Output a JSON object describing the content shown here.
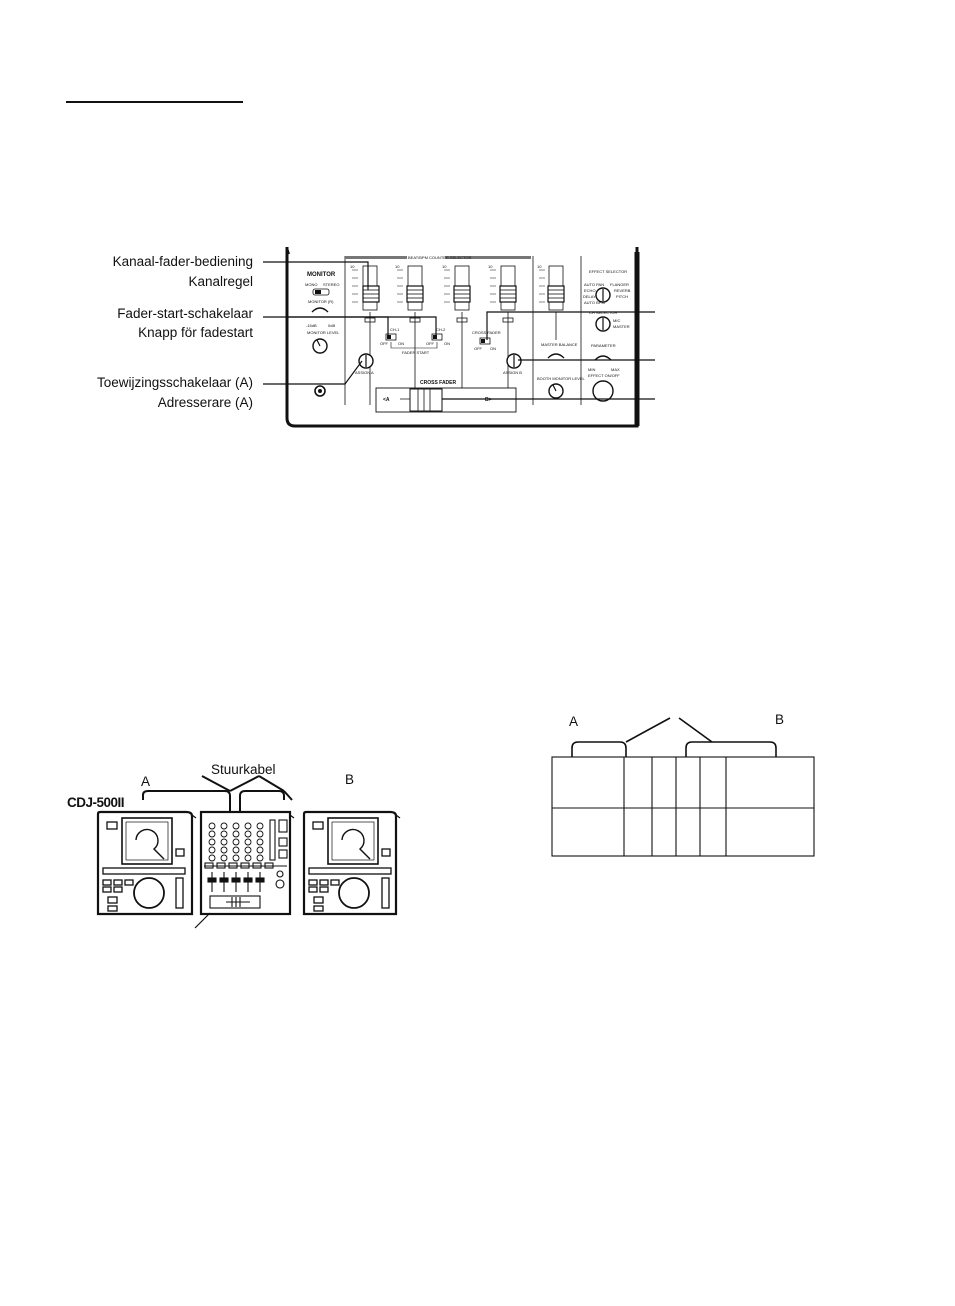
{
  "labels": {
    "kanaal_fader": "Kanaal-fader-bediening",
    "kanalregel": "Kanalregel",
    "fader_start_nl": "Fader-start-schakelaar",
    "fader_start_sv": "Knapp för fadestart",
    "toewijzing": "Toewijzingsschakelaar (A)",
    "adresserare": "Adresserare (A)"
  },
  "mixer_panel": {
    "monitor": "MONITOR",
    "mono": "MONO",
    "stereo": "STEREO",
    "monitor_r": "MONITOR (R)",
    "monitor_level": "MONITOR LEVEL",
    "lvl_low": "-15dB",
    "lvl_high": "0dB",
    "counter_selector": "BEAT/BPM COUNTER SELECTOR",
    "scale_top": "10",
    "fader_start": "FADER START",
    "fs_ch1": "CH-1",
    "fs_ch2": "CH-2",
    "off": "OFF",
    "on": "ON",
    "assign_a": "ASSIGN A",
    "assign_b": "ASSIGN B",
    "cross_fader": "CROSS FADER",
    "cross_fader_small": "CROSS FADER",
    "cf_a": "<A",
    "cf_b": "B>",
    "master_balance": "MASTER BALANCE",
    "booth_monitor_level": "BOOTH MONITOR LEVEL",
    "effect_selector": "EFFECT SELECTOR",
    "auto_pan": "AUTO PAN",
    "flanger": "FLANGER",
    "echo": "ECHO",
    "reverb": "REVERB",
    "delay": "DELAY",
    "pitch": "PITCH",
    "auto_bpm": "AUTO BPM",
    "mic": "MIC",
    "master": "MASTER",
    "ch_selector": "CH SELECTOR",
    "parameter": "PARAMETER",
    "min": "MIN",
    "max": "MAX",
    "effect_onoff": "EFFECT ON/OFF"
  },
  "connection": {
    "cable_label": "Stuurkabel",
    "model": "CDJ-500II",
    "player_a": "A",
    "player_b": "B"
  },
  "right_diagram": {
    "label_a": "A",
    "label_b": "B"
  }
}
